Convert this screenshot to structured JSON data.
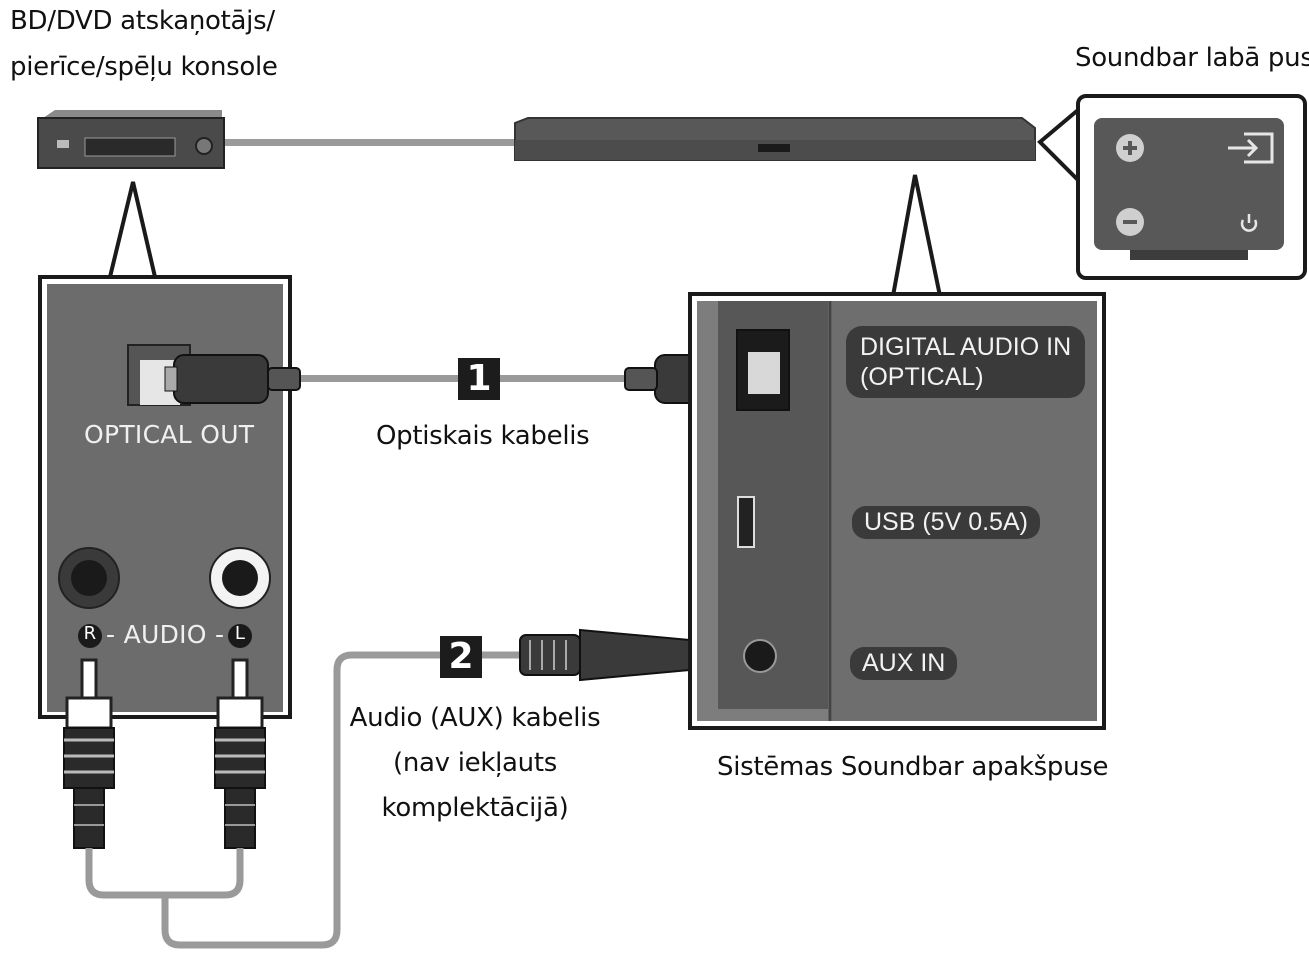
{
  "labels": {
    "source_device": [
      "BD/DVD atskaņotājs/",
      "pierīce/spēļu konsole"
    ],
    "soundbar_right_side": "Soundbar labā puse",
    "soundbar_bottom": "Sistēmas Soundbar apakšpuse",
    "optical_cable": "Optiskais kabelis",
    "aux_cable": [
      "Audio (AUX) kabelis",
      "(nav iekļauts",
      "komplektācijā)"
    ]
  },
  "source_panel": {
    "optical_out": "OPTICAL OUT",
    "audio_left_marker": "R",
    "audio_text": "- AUDIO -",
    "audio_right_marker": "L"
  },
  "soundbar_panel": {
    "digital_audio_in": [
      "DIGITAL AUDIO IN",
      "(OPTICAL)"
    ],
    "usb": "USB (5V 0.5A)",
    "aux_in": "AUX IN"
  },
  "steps": [
    "1",
    "2"
  ],
  "icons": [
    "plus-icon",
    "minus-icon",
    "input-source-icon",
    "power-icon"
  ],
  "colors": {
    "panel_fill": "#6c6c6c",
    "device_dark": "#3b3b3b",
    "cable": "#9a9a9a",
    "outline": "#1a1a1a"
  }
}
